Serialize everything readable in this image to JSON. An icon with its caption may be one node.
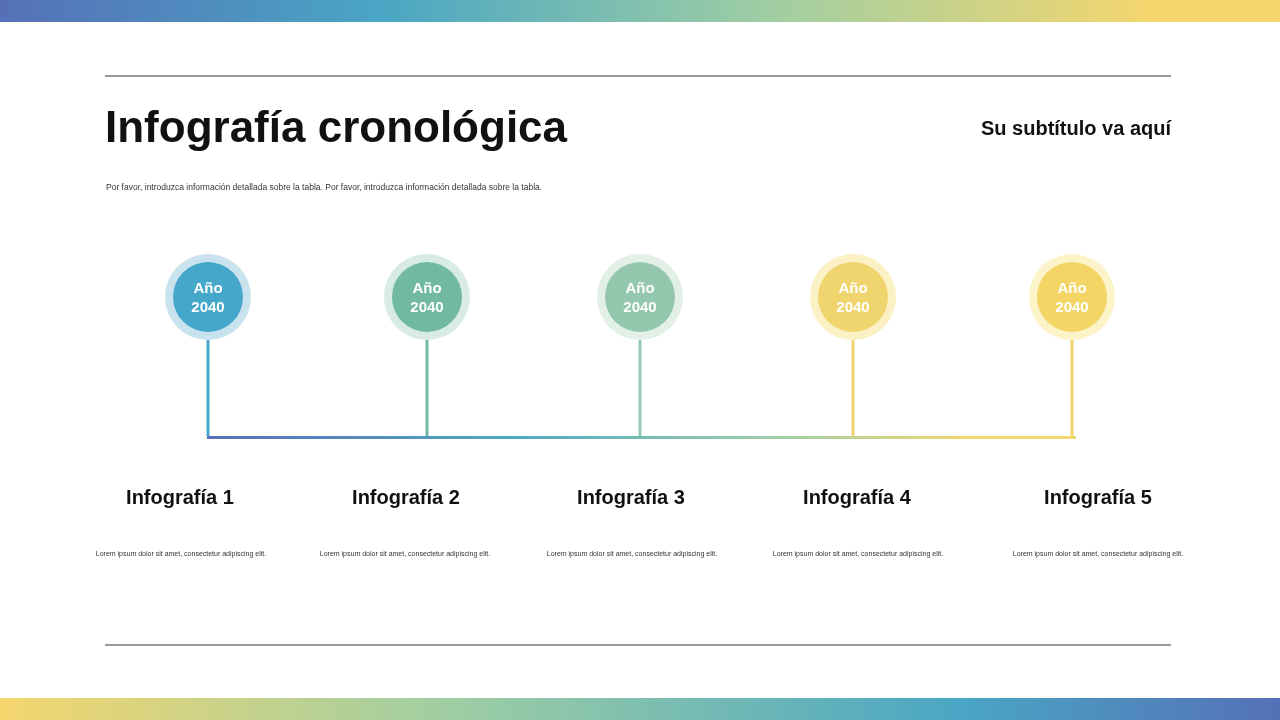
{
  "diagram": {
    "title": "Infografía cronológica",
    "nodes": [
      {
        "text": [],
        "shape": "bar"
      },
      {
        "text": [
          "Año 2040"
        ]
      },
      {
        "text": [
          "Año 2040"
        ]
      },
      {
        "text": [
          "Año 2040"
        ]
      },
      {
        "text": [
          "Año 2040"
        ]
      },
      {
        "text": [
          "Año 2040"
        ]
      },
      {
        "text": [],
        "shape": "bar"
      },
      {
        "text": [],
        "shape": "bar"
      }
    ],
    "edges": [
      {
        "from": 1,
        "to": 6,
        "arrow": "none",
        "color": "#45a8cb"
      },
      {
        "from": 2,
        "to": 6,
        "arrow": "none",
        "color": "#74b9a3"
      },
      {
        "from": 3,
        "to": 6,
        "arrow": "none",
        "color": "#98c8b0"
      },
      {
        "from": 4,
        "to": 6,
        "arrow": "none",
        "color": "#efd572"
      },
      {
        "from": 5,
        "to": 6,
        "arrow": "none",
        "color": "#f1d568"
      }
    ],
    "labels": [
      "Su subtítulo va aquí",
      "Por favor, introduzca información detallada sobre la tabla. Por favor, introduzca información detallada sobre la tabla.",
      "Infografía 1",
      "Infografía 2",
      "Infografía 3",
      "Infografía 4",
      "Infografía 5",
      "Lorem ipsum dolor sit amet, consectetur adipiscing elit.",
      "Lorem ipsum dolor sit amet, consectetur adipiscing elit.",
      "Lorem ipsum dolor sit amet, consectetur adipiscing elit.",
      "Lorem ipsum dolor sit amet, consectetur adipiscing elit.",
      "Lorem ipsum dolor sit amet, consectetur adipiscing elit."
    ]
  }
}
